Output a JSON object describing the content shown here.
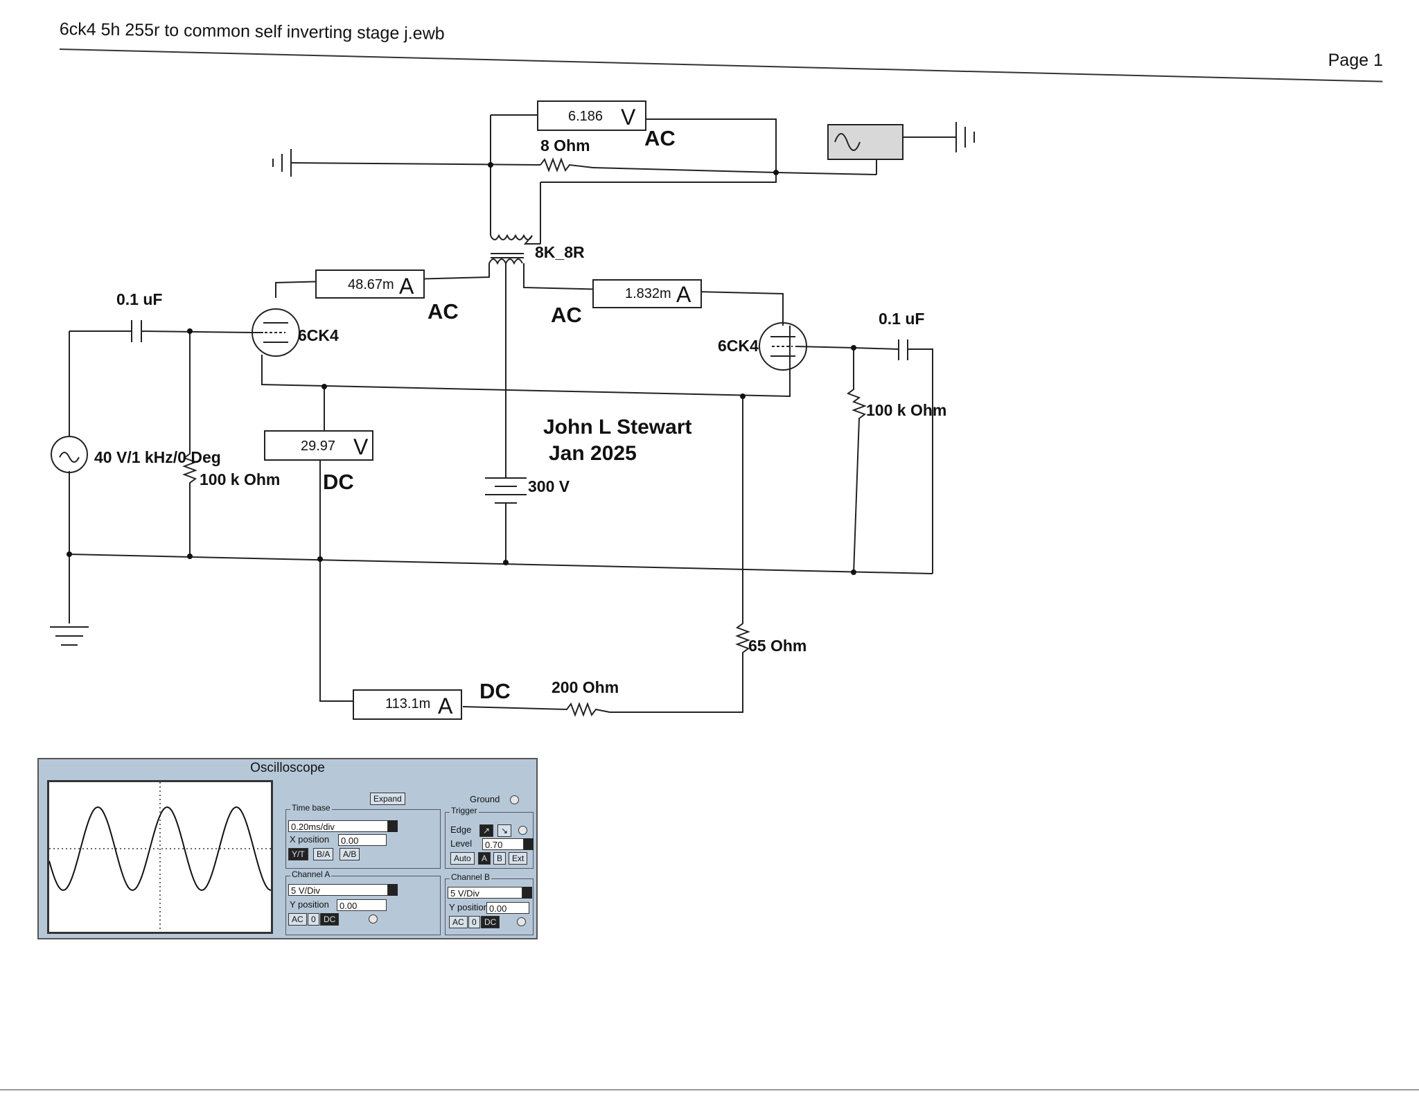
{
  "header": {
    "title": "6ck4 5h 255r to common self inverting stage j.ewb",
    "page": "Page 1"
  },
  "schematic": {
    "meters": {
      "top_voltmeter": {
        "value": "6.186",
        "unit": "V",
        "mode": "AC"
      },
      "left_ammeter": {
        "value": "48.67m",
        "unit": "A",
        "mode": "AC"
      },
      "right_ammeter": {
        "value": "1.832m",
        "unit": "A",
        "mode": "AC"
      },
      "cathode_voltmeter": {
        "value": "29.97",
        "unit": "V",
        "mode": "DC"
      },
      "bottom_ammeter": {
        "value": "113.1m",
        "unit": "A",
        "mode": "DC"
      }
    },
    "components": {
      "load_resistor": "8  Ohm",
      "transformer": "8K_8R",
      "left_tube": "6CK4",
      "right_tube": "6CK4",
      "left_cap": "0.1 uF",
      "right_cap": "0.1 uF",
      "left_grid_res": "100 k Ohm",
      "right_grid_res": "100 k Ohm",
      "source": "40 V/1 kHz/0 Deg",
      "battery": "300 V",
      "res_65": "65  Ohm",
      "res_200": "200  Ohm"
    },
    "author": {
      "name": "John L Stewart",
      "date": "Jan 2025"
    }
  },
  "oscilloscope": {
    "title": "Oscilloscope",
    "expand": "Expand",
    "ground": "Ground",
    "time_base": {
      "title": "Time base",
      "value": "0.20ms/div",
      "x_position_label": "X position",
      "x_position": "0.00",
      "modes": [
        "Y/T",
        "B/A",
        "A/B"
      ]
    },
    "trigger": {
      "title": "Trigger",
      "edge_label": "Edge",
      "level_label": "Level",
      "level": "0.70",
      "modes": [
        "Auto",
        "A",
        "B",
        "Ext"
      ]
    },
    "channel_a": {
      "title": "Channel A",
      "value": "5  V/Div",
      "y_position_label": "Y position",
      "y_position": "0.00",
      "coupling": [
        "AC",
        "0",
        "DC"
      ]
    },
    "channel_b": {
      "title": "Channel B",
      "value": "5  V/Div",
      "y_position_label": "Y position",
      "y_position": "0.00",
      "coupling": [
        "AC",
        "0",
        "DC"
      ]
    }
  }
}
